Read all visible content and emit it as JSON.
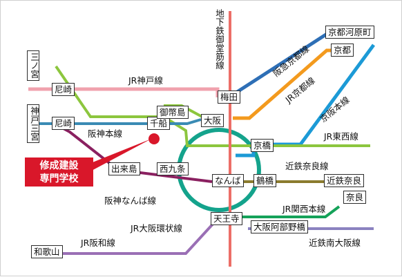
{
  "colors": {
    "jr_kobe": "#f0a1ad",
    "hankyu_kyoto": "#2e6fb6",
    "jr_kyoto": "#f39a1e",
    "keihan": "#1c9ad6",
    "jr_tozai_hanshin": "#8cc63e",
    "subway_midosuji": "#ec6e67",
    "loop": "#14a38c",
    "hanshin_namba": "#8a2060",
    "kintetsu_nara": "#8b7b2e",
    "jr_kansai": "#15a259",
    "kintetsu_minami": "#8b82c0",
    "jr_hanwa": "#9a6fb5",
    "hanshin_main": "#3a8bb4",
    "school": "#d9172a"
  },
  "school": {
    "name_line1": "修成建設",
    "name_line2": "専門学校"
  },
  "stations": {
    "sannomiya_jr": "三ノ宮",
    "amagasaki_jr": "尼崎",
    "kobe_sannomiya": "神戸三宮",
    "amagasaki_hanshin": "尼崎",
    "senbayashi": "千船",
    "mitejima": "御幣島",
    "umeda": "梅田",
    "osaka": "大阪",
    "kyobashi": "京橋",
    "dekijima": "出来島",
    "nishikujo": "西九条",
    "namba": "なんば",
    "tsuruhashi": "鶴橋",
    "kintetsu_nara_sta": "近鉄奈良",
    "nara": "奈良",
    "tennoji": "天王寺",
    "osaka_abenobashi": "大阪阿部野橋",
    "wakayama": "和歌山",
    "kyoto_kawaramachi": "京都河原町",
    "kyoto": "京都"
  },
  "lines": {
    "jr_kobe": "JR神戸線",
    "subway_midosuji": "地下鉄御堂筋線",
    "hankyu_kyoto": "阪急京都線",
    "jr_kyoto": "JR京都線",
    "keihan": "京阪本線",
    "jr_tozai": "JR東西線",
    "hanshin_main": "阪神本線",
    "kintetsu_nara": "近鉄奈良線",
    "hanshin_namba": "阪神なんば線",
    "jr_kansai": "JR関西本線",
    "jr_loop": "JR大阪環状線",
    "jr_hanwa": "JR阪和線",
    "kintetsu_minami": "近鉄南大阪線"
  }
}
